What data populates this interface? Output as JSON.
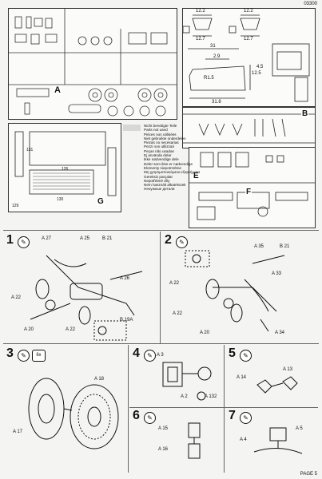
{
  "header": {
    "code": "03300"
  },
  "sprues": {
    "sprue_a_letter": "A",
    "sprue_b_letter": "B",
    "sprue_g_letter": "G",
    "sprue_e_letter": "E",
    "sprue_f_letter": "F",
    "dimensions": {
      "d12_2_left": "12.2",
      "d12_2_right": "12.2",
      "d12_7_left": "12.7",
      "d12_7_right": "12.7",
      "d31": "31",
      "d2_9": "2.9",
      "dR1_5": "R1.5",
      "d31_8": "31.8",
      "d12_5": "12.5",
      "d4_5": "4.5"
    },
    "sprue_g_labels": {
      "top": "131",
      "width": "126",
      "lower": "130",
      "side": "129"
    }
  },
  "legend": {
    "lines": [
      "Nicht benötigte Teile",
      "Parts not used",
      "Pièces non utilisées",
      "Niet gebruikte onderdelen",
      "Piezas no necesarias",
      "Pezzi non utilizzati",
      "Peças não usadas",
      "Ej använda delar",
      "Ikke nødvendige dele",
      "Deler som ikke er nødvendige",
      "Elementy niepotrzebne",
      "Μη χρησιμοποιούμενα εξαρτήματα",
      "Gereksiz parçalar",
      "Nepotřebné díly",
      "Nem használt alkatrészek",
      "Ненужные детали"
    ]
  },
  "steps": {
    "s1": {
      "num": "1",
      "callouts": [
        "A 27",
        "A 25",
        "B 21",
        "A 26",
        "A 22",
        "A 20",
        "A 22",
        "B 19A"
      ]
    },
    "s2": {
      "num": "2",
      "callouts": [
        "A 35",
        "B 21",
        "A 33",
        "A 22",
        "A 22",
        "A 20",
        "A 34"
      ]
    },
    "s3": {
      "num": "3",
      "glue_badge": "6x",
      "callouts": [
        "A 18",
        "A 17"
      ]
    },
    "s4": {
      "num": "4",
      "callouts": [
        "A 3",
        "A 2",
        "A 132"
      ]
    },
    "s5": {
      "num": "5",
      "callouts": [
        "A 13",
        "A 14"
      ]
    },
    "s6": {
      "num": "6",
      "callouts": [
        "A 15",
        "A 16"
      ]
    },
    "s7": {
      "num": "7",
      "callouts": [
        "A 5",
        "A 4"
      ]
    }
  },
  "footer": {
    "page": "PAGE 5"
  },
  "colors": {
    "ink": "#111111",
    "paper": "#f4f4f2",
    "gray": "#d7d7d5"
  }
}
